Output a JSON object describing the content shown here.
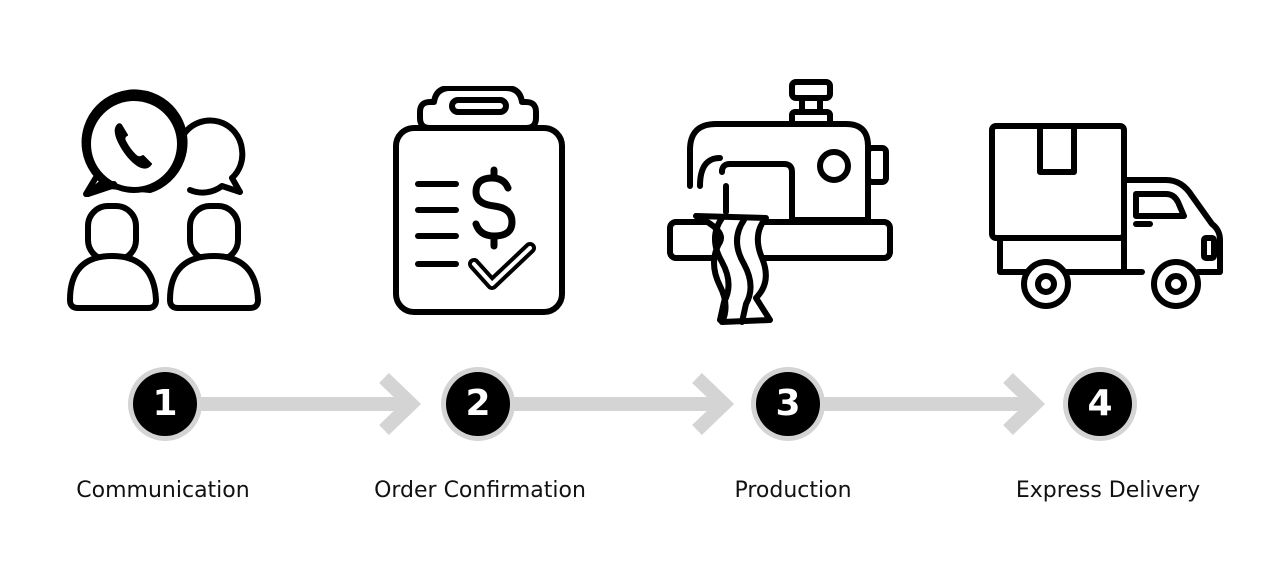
{
  "colors": {
    "icon_stroke": "#000000",
    "connector": "#d4d4d4",
    "circle_fill": "#000000",
    "circle_text": "#ffffff",
    "label_text": "#111111"
  },
  "steps": [
    {
      "number": "1",
      "label": "Communication",
      "icon": "chat-people-icon"
    },
    {
      "number": "2",
      "label": "Order Confirmation",
      "icon": "clipboard-dollar-check-icon"
    },
    {
      "number": "3",
      "label": "Production",
      "icon": "sewing-machine-icon"
    },
    {
      "number": "4",
      "label": "Express Delivery",
      "icon": "delivery-truck-icon"
    }
  ]
}
